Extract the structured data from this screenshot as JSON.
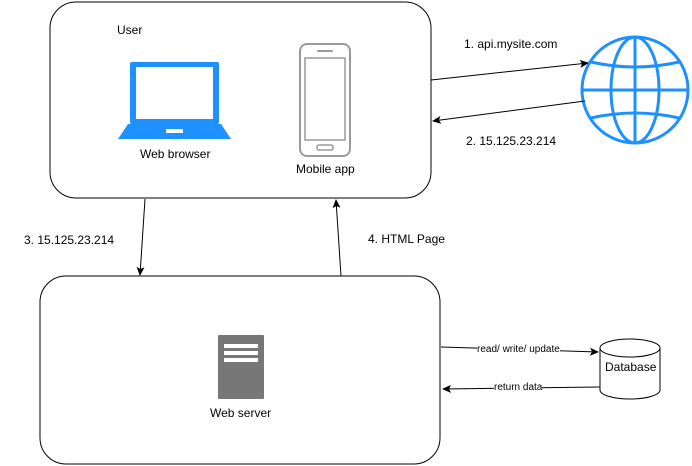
{
  "colors": {
    "accent": "#1E90FF",
    "stroke": "#000000",
    "server_gray": "#777777",
    "phone_gray": "#aaaaaa"
  },
  "icons": {
    "laptop": "laptop-icon",
    "phone": "smartphone-icon",
    "globe": "globe-icon",
    "server": "server-icon",
    "database": "database-cylinder"
  },
  "user_box": {
    "title": "User",
    "laptop_label": "Web browser",
    "phone_label": "Mobile app"
  },
  "server_box": {
    "label": "Web server"
  },
  "database": {
    "label": "Database"
  },
  "edges": {
    "dns_request": "1. api.mysite.com",
    "dns_response": "2. 15.125.23.214",
    "request": "3. 15.125.23.214",
    "response": "4.  HTML Page",
    "db_write": "read/ write/ update",
    "db_return": "return data"
  }
}
